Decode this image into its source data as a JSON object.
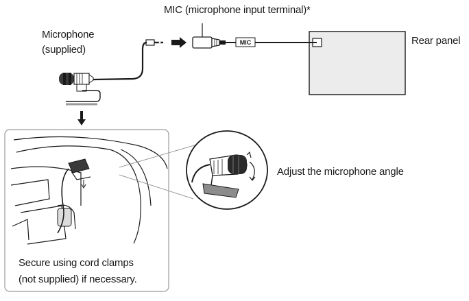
{
  "labels": {
    "mic_terminal": "MIC (microphone input terminal)*",
    "microphone_line1": "Microphone",
    "microphone_line2": "(supplied)",
    "rear_panel": "Rear panel",
    "port_tag": "MIC",
    "adjust_angle": "Adjust the microphone angle",
    "secure_line1": "Secure using cord clamps",
    "secure_line2": "(not supplied) if necessary."
  },
  "colors": {
    "panel_fill": "#ececec",
    "line": "#1a1a1a",
    "box_border": "#9a9a9a"
  },
  "icons": [
    "arrow-right-icon",
    "arrow-down-icon"
  ]
}
